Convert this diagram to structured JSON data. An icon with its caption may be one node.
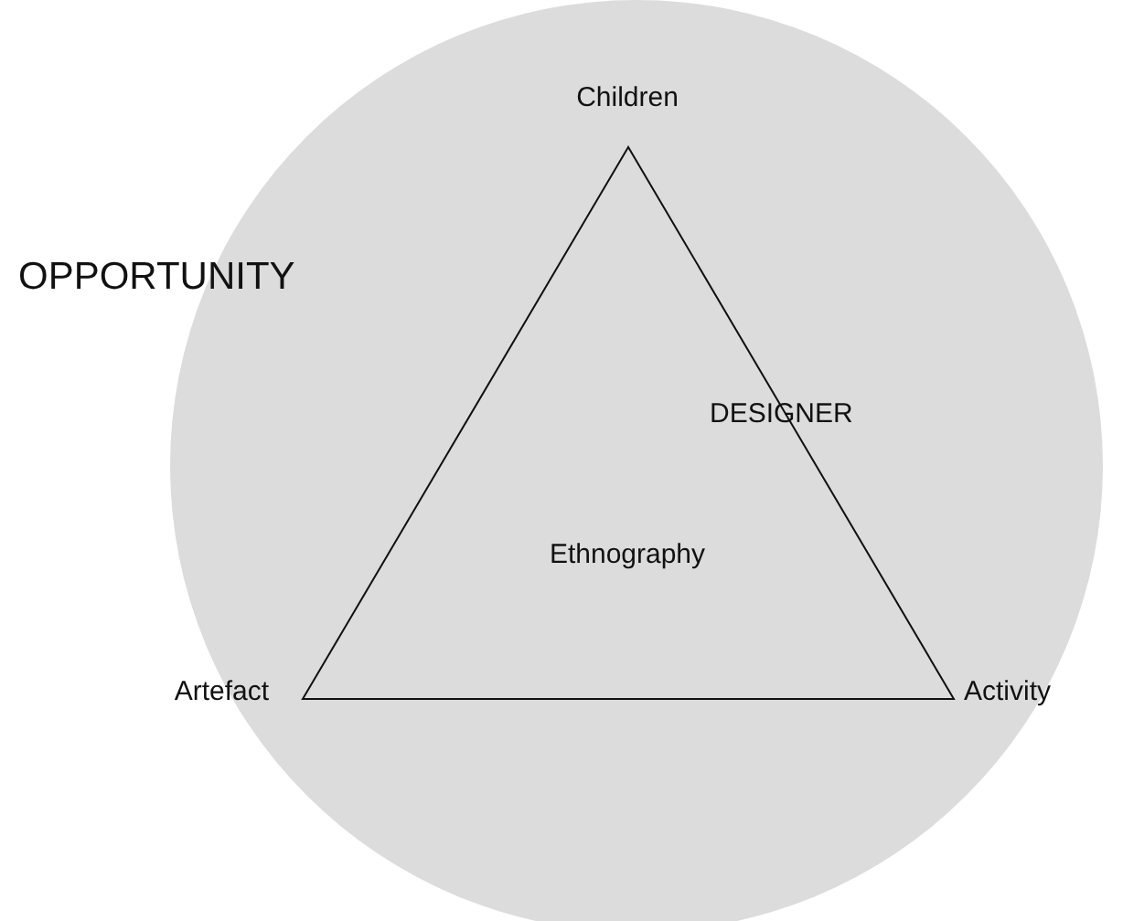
{
  "diagram": {
    "nodes": [
      {
        "text": [
          "OPPORTUNITY"
        ]
      },
      {
        "text": [
          "Ethnography"
        ],
        "in": 0
      }
    ],
    "labels": [
      "Children",
      "DESIGNER",
      "Artefact",
      "Activity"
    ]
  }
}
